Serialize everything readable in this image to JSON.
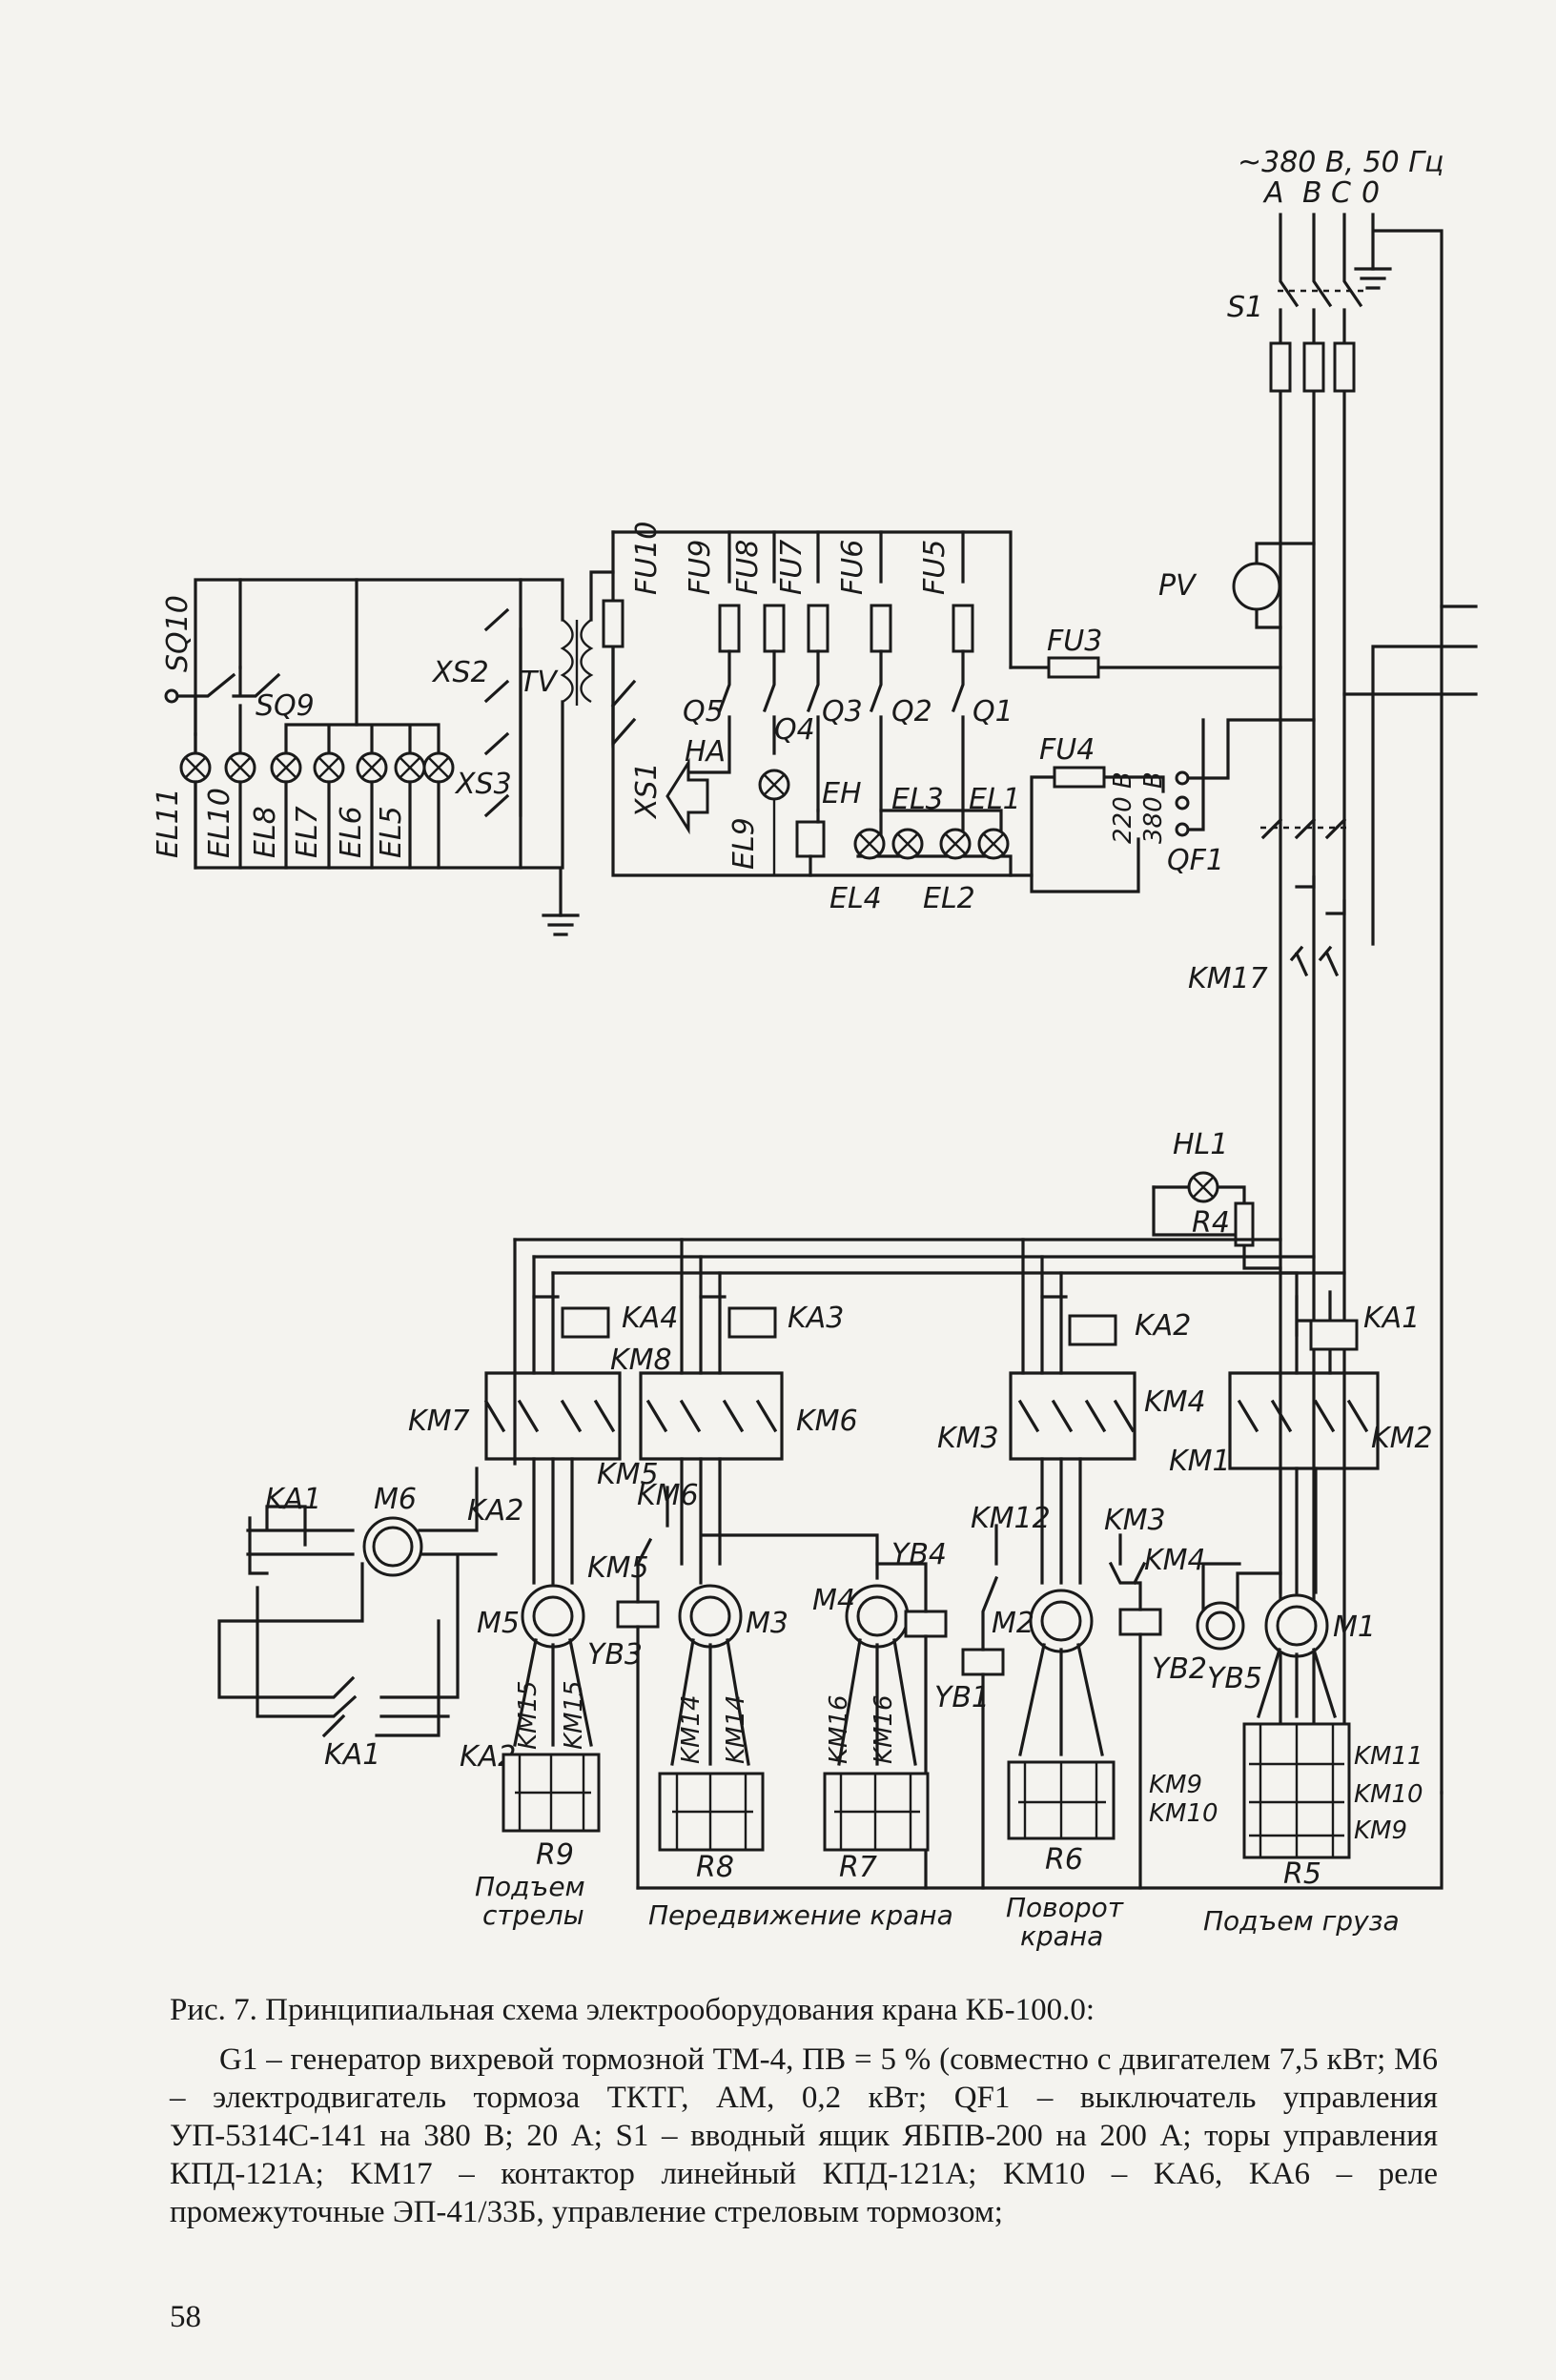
{
  "supply": {
    "voltage": "~380 В, 50 Гц",
    "phases": [
      "A",
      "B",
      "C",
      "0"
    ]
  },
  "labels": {
    "S1": "S1",
    "PV": "PV",
    "FU3": "FU3",
    "FU4": "FU4",
    "v220": "220 В",
    "v380": "380 В",
    "QF1": "QF1",
    "KM17": "KM17",
    "HL1": "HL1",
    "R4": "R4",
    "FU10": "FU10",
    "FU9": "FU9",
    "FU8": "FU8",
    "FU7": "FU7",
    "FU6": "FU6",
    "FU5": "FU5",
    "Q5": "Q5",
    "Q4": "Q4",
    "Q3": "Q3",
    "Q2": "Q2",
    "Q1": "Q1",
    "HA": "HA",
    "EH": "EH",
    "XS1": "XS1",
    "EL9": "EL9",
    "EL3": "EL3",
    "EL1": "EL1",
    "EL4": "EL4",
    "EL2": "EL2",
    "SQ10": "SQ10",
    "SQ9": "SQ9",
    "XS2": "XS2",
    "XS3": "XS3",
    "TV": "TV",
    "EL11": "EL11",
    "EL10": "EL10",
    "EL8": "EL8",
    "EL7": "EL7",
    "EL6": "EL6",
    "EL5": "EL5",
    "KA4": "KA4",
    "KA3": "KA3",
    "KA2top": "KA2",
    "KA1top": "KA1",
    "KM8": "KM8",
    "KM7": "KM7",
    "KM6": "KM6",
    "KM5": "KM5",
    "KM4": "KM4",
    "KM3": "KM3",
    "KM2": "KM2",
    "KM1": "KM1",
    "KA1l": "KA1",
    "M6": "M6",
    "KA2l": "KA2",
    "KM6b": "KM6",
    "KM5b": "KM5",
    "YB4": "YB4",
    "KM12": "KM12",
    "KM3b": "KM3",
    "KM4b": "KM4",
    "M5": "M5",
    "M3": "M3",
    "M4": "M4",
    "M2": "M2",
    "M1": "M1",
    "YB3": "YB3",
    "YB1": "YB1",
    "YB2": "YB2",
    "YB5": "YB5",
    "KA1b": "KA1",
    "KA2b": "KA2",
    "KM15a": "KM15",
    "KM15b": "KM15",
    "KM14a": "KM14",
    "KM14b": "KM14",
    "KM16a": "KM16",
    "KM16b": "KM16",
    "KM9r": "KM9",
    "KM10r": "KM10",
    "KM11": "KM11",
    "KM10": "KM10",
    "KM9": "KM9",
    "R9": "R9",
    "R8": "R8",
    "R7": "R7",
    "R6": "R6",
    "R5": "R5"
  },
  "sections": {
    "boom_1": "Подъем",
    "boom_2": "стрелы",
    "travel": "Передвижение крана",
    "slew_1": "Поворот",
    "slew_2": "крана",
    "hoist": "Подъем груза"
  },
  "caption": {
    "title": "Рис. 7. Принципиальная схема электрооборудования крана КБ-100.0:",
    "body": "G1 – генератор вихревой тормозной ТМ-4, ПВ = 5 % (совместно с двигателем 7,5 кВт; M6 – электродвигатель тормоза ТКТГ, АМ, 0,2 кВт; QF1 – выключатель управления УП-5314С-141 на 380 В; 20 А; S1 – вводный ящик ЯБПВ-200 на 200 А; торы управления КПД-121А; KM17 – контактор линейный КПД-121А; KM10 – KA6, KA6 – реле промежуточные ЭП-41/33Б, управление стреловым тормозом;"
  },
  "page_number": "58"
}
